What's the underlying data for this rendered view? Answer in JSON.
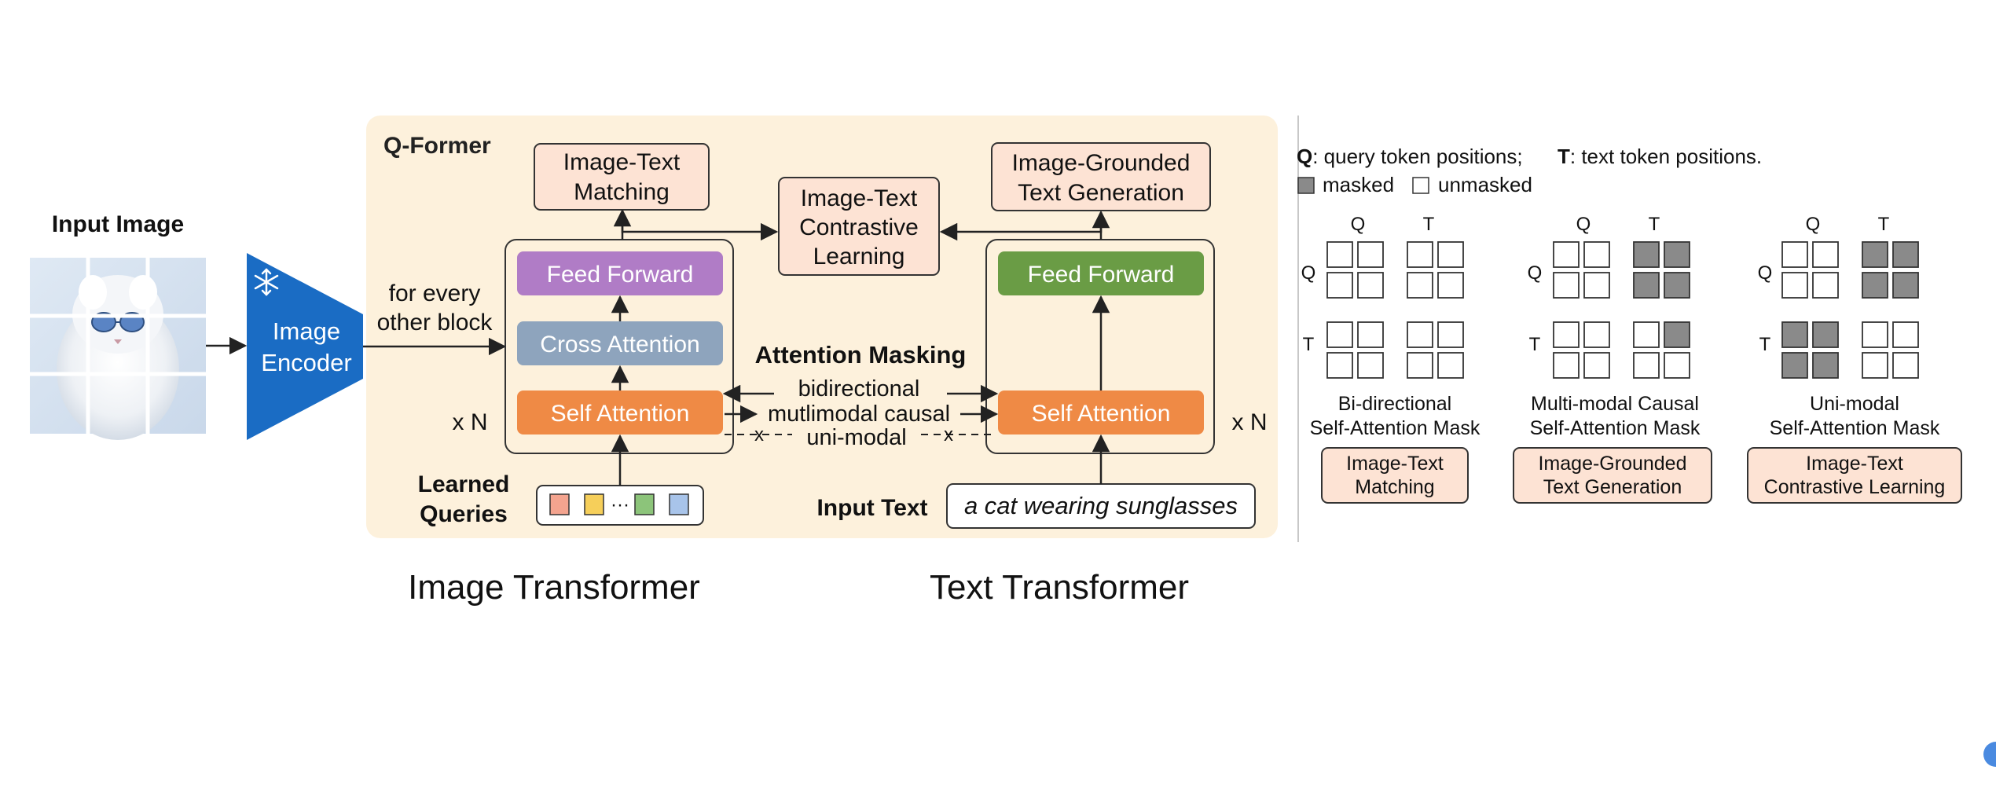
{
  "input_image": {
    "title": "Input Image"
  },
  "image_encoder": {
    "line1": "Image",
    "line2": "Encoder",
    "frozen_icon": "snowflake-icon"
  },
  "connector": {
    "line1": "for every",
    "line2": "other block"
  },
  "qformer": {
    "title": "Q-Former",
    "repeat_left": "x N",
    "repeat_right": "x N",
    "itm_head": {
      "line1": "Image-Text",
      "line2": "Matching"
    },
    "itc_head": {
      "line1": "Image-Text",
      "line2": "Contrastive",
      "line3": "Learning"
    },
    "itg_head": {
      "line1": "Image-Grounded",
      "line2": "Text Generation"
    },
    "image_stack": {
      "feed_forward": "Feed Forward",
      "cross_attention": "Cross Attention",
      "self_attention": "Self Attention"
    },
    "text_stack": {
      "feed_forward": "Feed Forward",
      "self_attention": "Self Attention"
    },
    "attention_masking": {
      "title": "Attention Masking",
      "bidirectional": "bidirectional",
      "multimodal": "mutlimodal causal",
      "unimodal": "uni-modal",
      "cross_mark": "x"
    },
    "learned_queries": {
      "line1": "Learned",
      "line2": "Queries",
      "ellipsis": "···"
    },
    "input_text": {
      "label": "Input Text",
      "value": "a cat wearing sunglasses"
    }
  },
  "legend": {
    "q_key": "Q",
    "q_desc": ": query token positions;",
    "t_key": "T",
    "t_desc": ": text token positions.",
    "masked": "masked",
    "unmasked": "unmasked"
  },
  "masks": [
    {
      "q": "Q",
      "t": "T",
      "line1": "Bi-directional",
      "line2": "Self-Attention Mask",
      "task1": "Image-Text",
      "task2": "Matching",
      "grid": [
        [
          0,
          0,
          0,
          0
        ],
        [
          0,
          0,
          0,
          0
        ],
        [
          0,
          0,
          0,
          0
        ],
        [
          0,
          0,
          0,
          0
        ]
      ]
    },
    {
      "q": "Q",
      "t": "T",
      "line1": "Multi-modal Causal",
      "line2": "Self-Attention Mask",
      "task1": "Image-Grounded",
      "task2": "Text Generation",
      "grid": [
        [
          0,
          0,
          1,
          1
        ],
        [
          0,
          0,
          1,
          1
        ],
        [
          0,
          0,
          0,
          1
        ],
        [
          0,
          0,
          0,
          0
        ]
      ]
    },
    {
      "q": "Q",
      "t": "T",
      "line1": "Uni-modal",
      "line2": "Self-Attention Mask",
      "task1": "Image-Text",
      "task2": "Contrastive Learning",
      "grid": [
        [
          0,
          0,
          1,
          1
        ],
        [
          0,
          0,
          1,
          1
        ],
        [
          1,
          1,
          0,
          0
        ],
        [
          1,
          1,
          0,
          0
        ]
      ]
    }
  ],
  "captions": {
    "image_transformer": "Image Transformer",
    "text_transformer": "Text Transformer"
  },
  "colors": {
    "qformer_bg": "#fdf1dc",
    "encoder": "#1a6cc4",
    "feed_forward_left": "#b07cc6",
    "cross_attention": "#8ea4bd",
    "self_attention": "#ef8a45",
    "feed_forward_right": "#6a9c45",
    "head_box": "#fde3d4",
    "masked_cell": "#8a8a8a",
    "query_tokens": [
      "#f4a48f",
      "#f6cf5a",
      "#8cc47a",
      "#a8c4ea"
    ]
  }
}
